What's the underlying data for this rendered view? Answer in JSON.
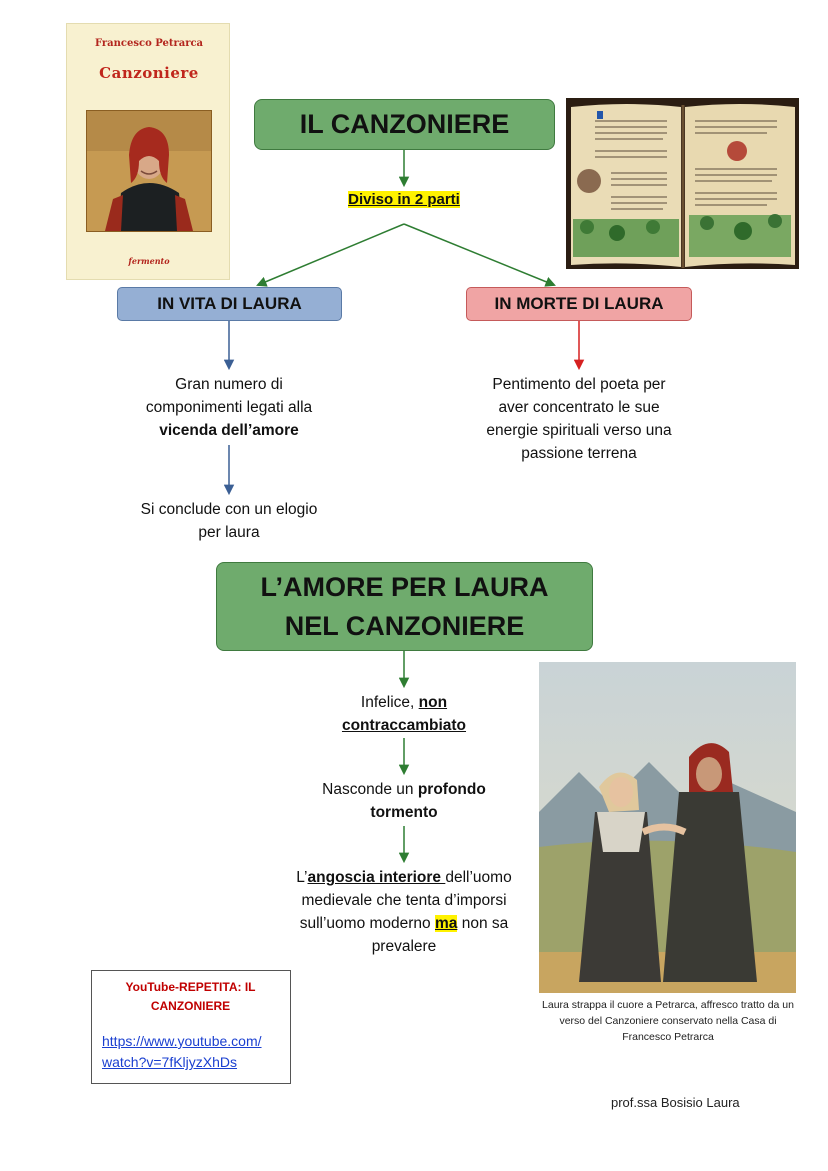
{
  "cover": {
    "author": "Francesco Petrarca",
    "title": "Canzoniere",
    "publisher": "fermento"
  },
  "header": {
    "title": "IL CANZONIERE",
    "subtitle": "Diviso in 2 parti"
  },
  "branches": {
    "left": {
      "label": "IN VITA DI LAURA",
      "text1_pre": "Gran numero di",
      "text1_mid": "componimenti legati alla",
      "text1_bold": "vicenda dell’amore",
      "text2_line1": "Si conclude con un elogio",
      "text2_line2": "per laura"
    },
    "right": {
      "label": "IN MORTE DI LAURA",
      "line1": "Pentimento del poeta per",
      "line2": "aver concentrato le sue",
      "line3": "energie spirituali verso una",
      "line4": "passione terrena"
    }
  },
  "section2": {
    "title_line1": "L’AMORE PER LAURA",
    "title_line2": "NEL CANZONIERE",
    "item1_pre": "Infelice,",
    "item1_u1": "non",
    "item1_u2": "contraccambiato",
    "item2_pre": "Nasconde un",
    "item2_bold1": "profondo",
    "item2_bold2": "tormento",
    "item3_a": "L’",
    "item3_u": "angoscia interiore ",
    "item3_b": "dell’uomo",
    "item3_line2": "medievale che tenta d’imporsi",
    "item3_line3_pre": "sull’uomo moderno",
    "item3_hl": "ma",
    "item3_line3_post": "non sa",
    "item3_line4": "prevalere"
  },
  "youtube": {
    "title_line1": "YouTube-REPETITA: IL",
    "title_line2": "CANZONIERE",
    "link_line1": "https://www.youtube.com/",
    "link_line2": "watch?v=7fKljyzXhDs"
  },
  "fresco": {
    "caption": "Laura strappa il cuore a Petrarca, affresco tratto da un verso del Canzoniere conservato nella Casa di Francesco Petrarca"
  },
  "footer": {
    "author": "prof.ssa Bosisio Laura"
  },
  "colors": {
    "green_box": "#6fab6d",
    "blue_box": "#95afd4",
    "red_box": "#f0a4a4",
    "highlight": "#fff200",
    "arrow_green": "#2e7d32",
    "arrow_blue": "#3b5f94",
    "arrow_red": "#d62020"
  }
}
